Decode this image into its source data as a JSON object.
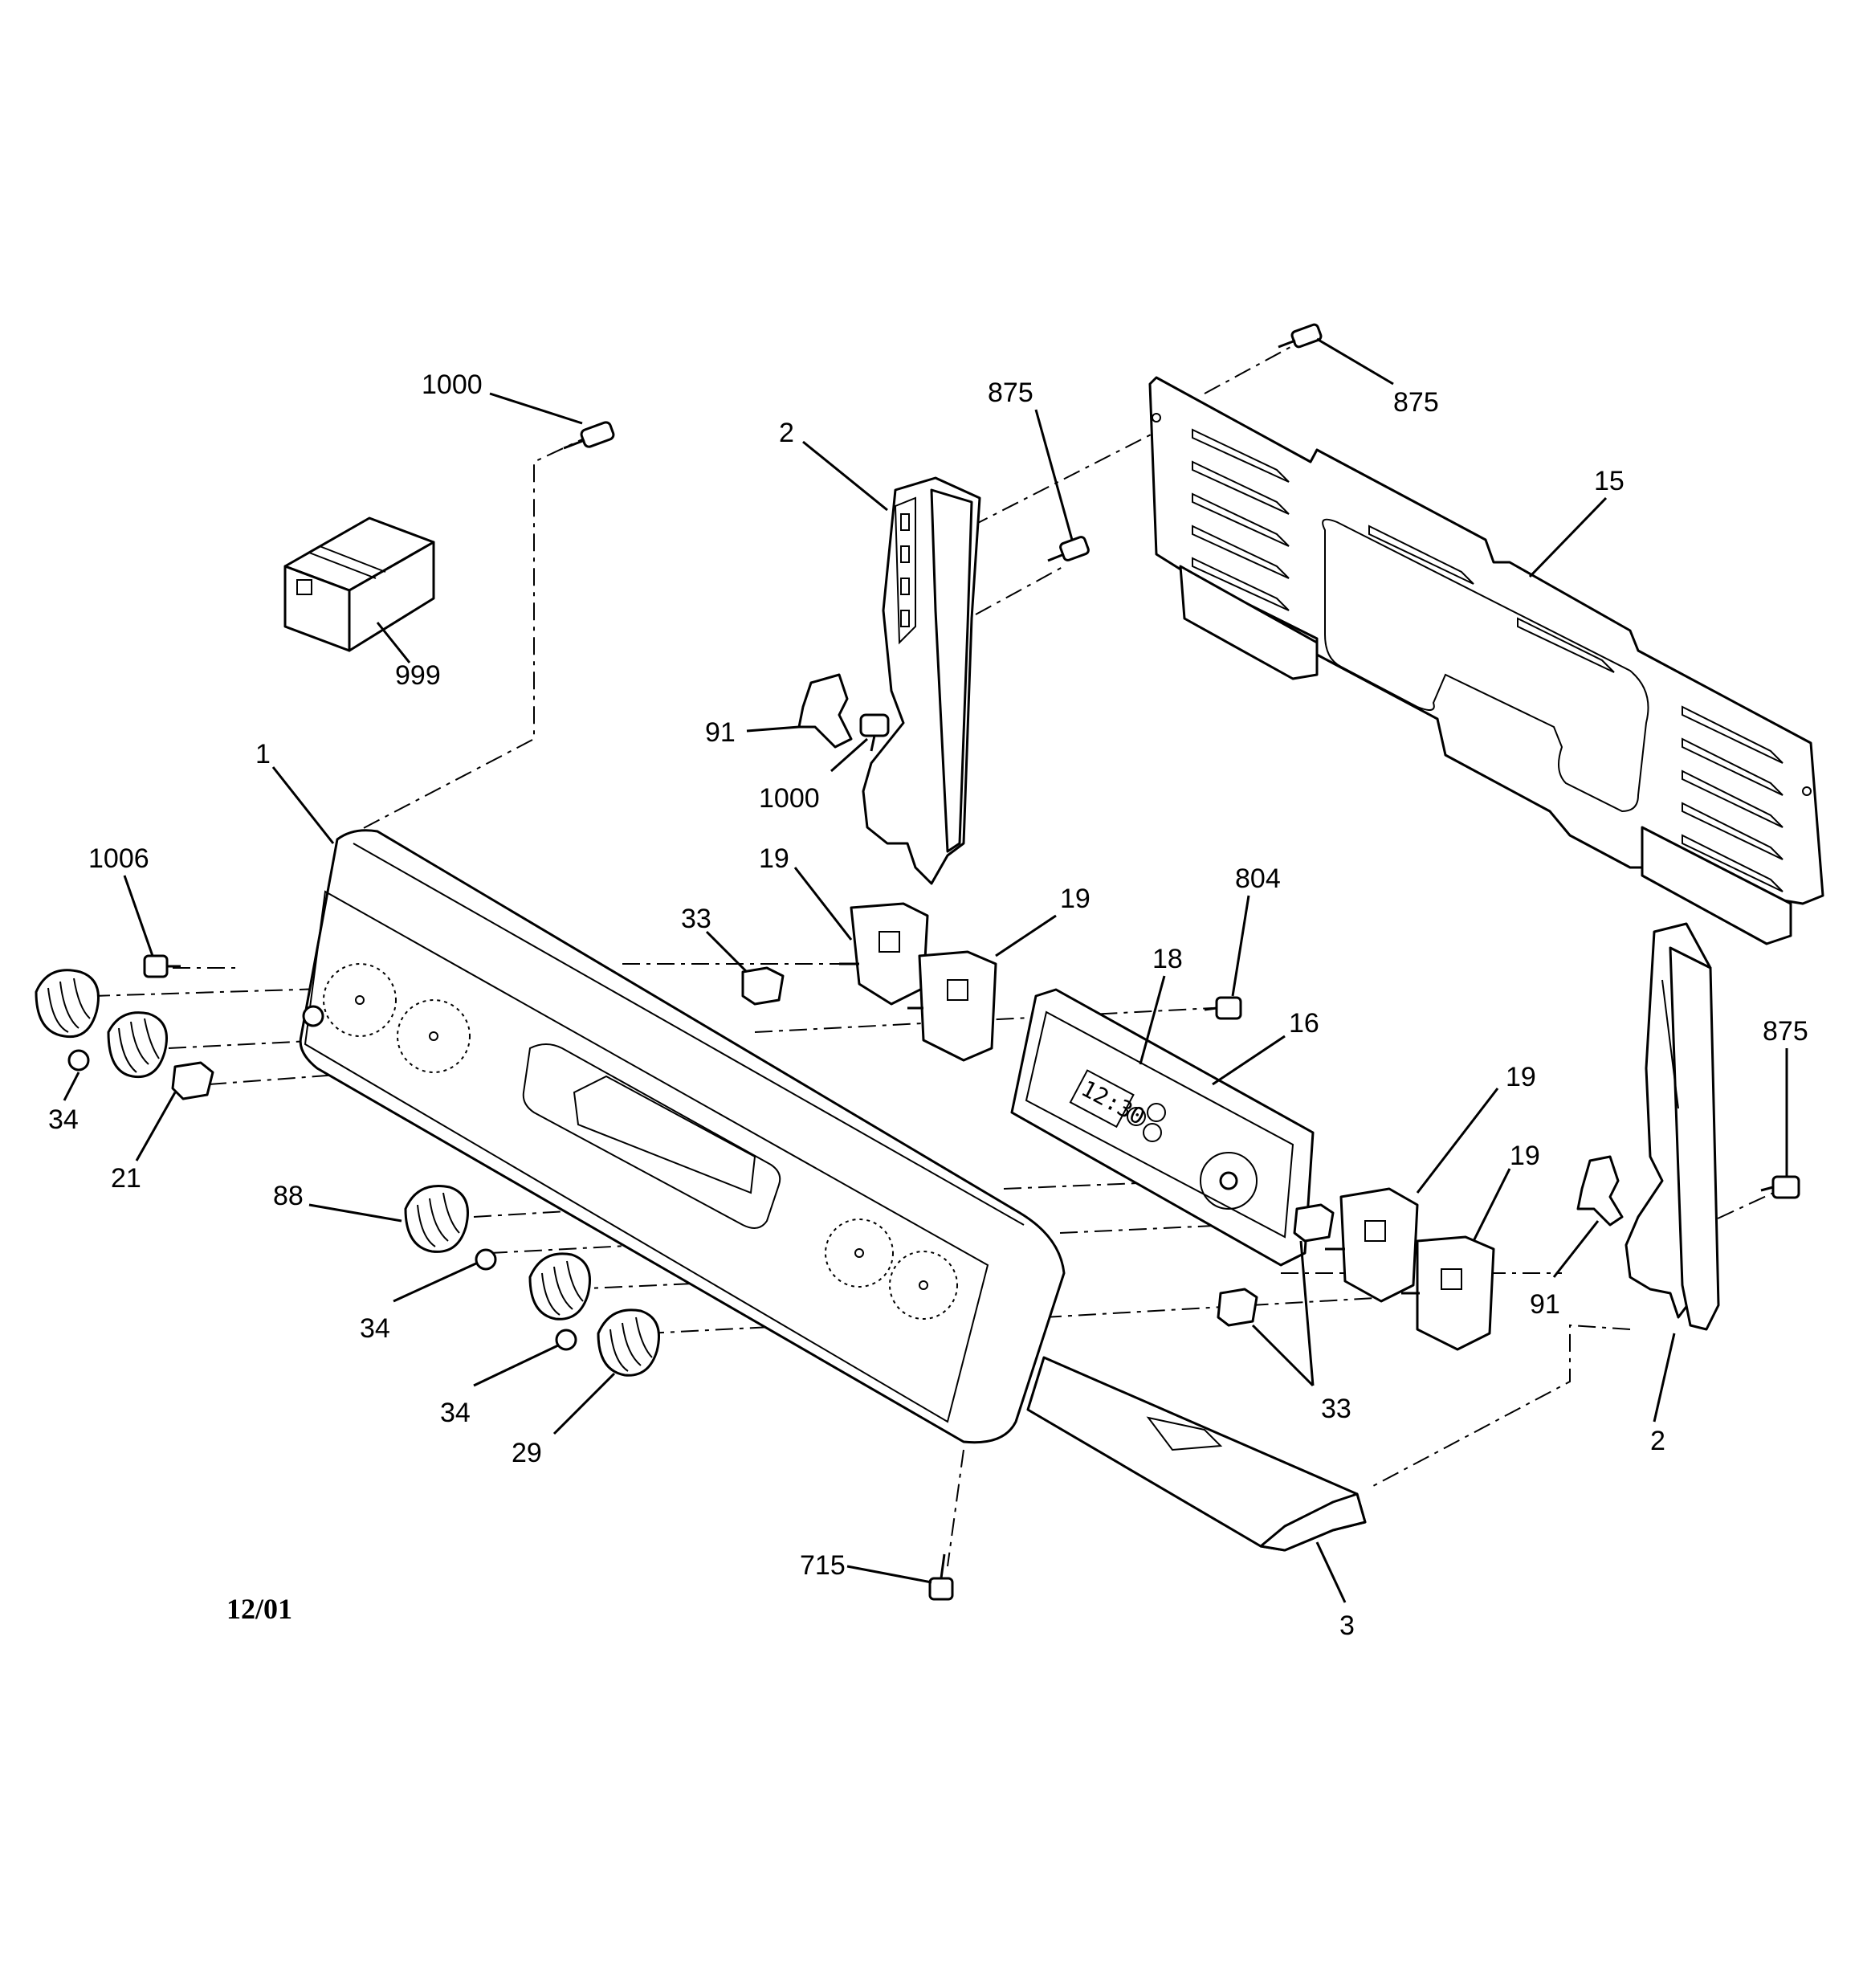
{
  "diagram": {
    "date_code": "12/01",
    "display_text": "12:30",
    "callouts": [
      {
        "id": "c-1000-top",
        "text": "1000"
      },
      {
        "id": "c-999",
        "text": "999"
      },
      {
        "id": "c-1",
        "text": "1"
      },
      {
        "id": "c-1006",
        "text": "1006"
      },
      {
        "id": "c-34-a",
        "text": "34"
      },
      {
        "id": "c-21",
        "text": "21"
      },
      {
        "id": "c-88",
        "text": "88"
      },
      {
        "id": "c-34-b",
        "text": "34"
      },
      {
        "id": "c-34-c",
        "text": "34"
      },
      {
        "id": "c-29",
        "text": "29"
      },
      {
        "id": "c-715",
        "text": "715"
      },
      {
        "id": "c-3",
        "text": "3"
      },
      {
        "id": "c-2-top",
        "text": "2"
      },
      {
        "id": "c-875-a",
        "text": "875"
      },
      {
        "id": "c-875-b",
        "text": "875"
      },
      {
        "id": "c-15",
        "text": "15"
      },
      {
        "id": "c-91-a",
        "text": "91"
      },
      {
        "id": "c-1000-mid",
        "text": "1000"
      },
      {
        "id": "c-19-a",
        "text": "19"
      },
      {
        "id": "c-19-b",
        "text": "19"
      },
      {
        "id": "c-33-a",
        "text": "33"
      },
      {
        "id": "c-804",
        "text": "804"
      },
      {
        "id": "c-18",
        "text": "18"
      },
      {
        "id": "c-16",
        "text": "16"
      },
      {
        "id": "c-19-c",
        "text": "19"
      },
      {
        "id": "c-19-d",
        "text": "19"
      },
      {
        "id": "c-33-b",
        "text": "33"
      },
      {
        "id": "c-875-c",
        "text": "875"
      },
      {
        "id": "c-91-b",
        "text": "91"
      },
      {
        "id": "c-2-bottom",
        "text": "2"
      }
    ]
  }
}
